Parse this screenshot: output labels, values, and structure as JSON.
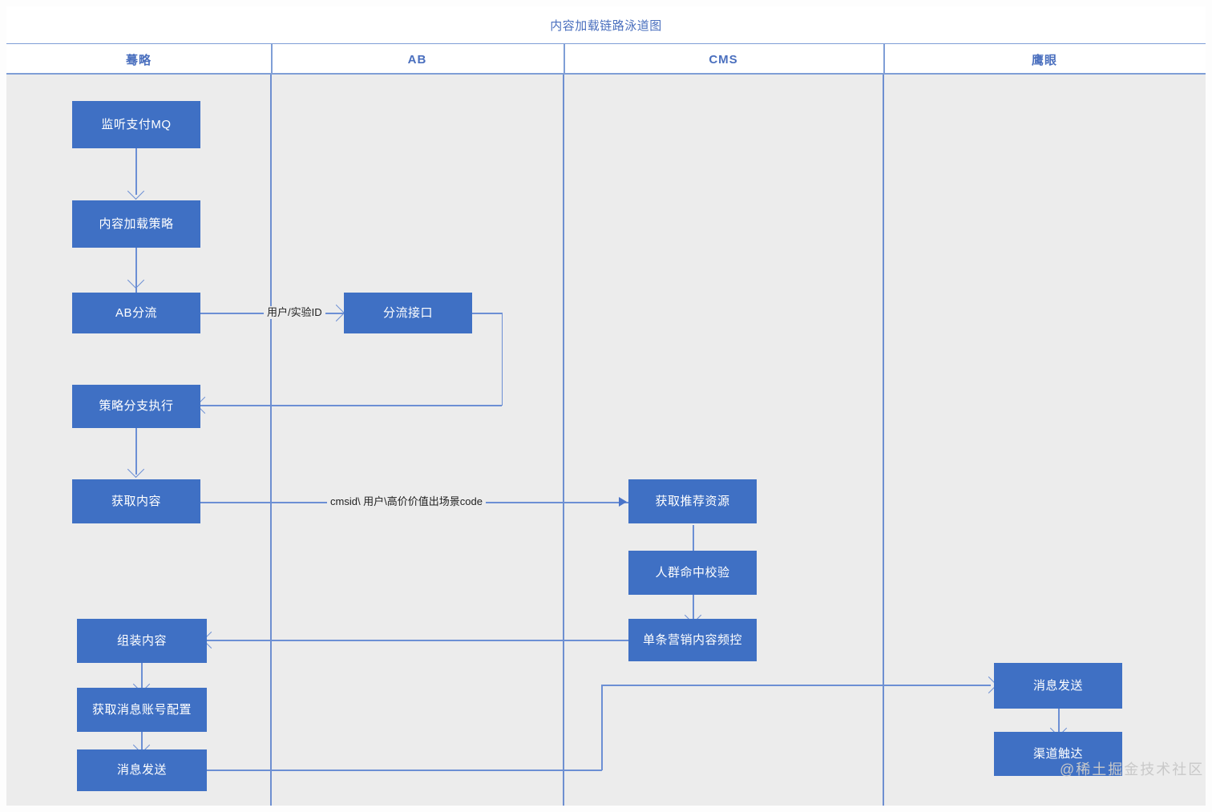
{
  "diagram": {
    "title": "内容加载链路泳道图",
    "watermark": "@稀土掘金技术社区",
    "colors": {
      "node_fill": "#3f70c4",
      "node_text": "#ffffff",
      "lane_border": "#7f9ed6",
      "lane_background": "#ececec",
      "edge": "#6c8fd4",
      "title_text": "#4a6fbe"
    }
  },
  "lanes": [
    {
      "id": "lane-momou",
      "label": "蓦略"
    },
    {
      "id": "lane-ab",
      "label": "AB"
    },
    {
      "id": "lane-cms",
      "label": "CMS"
    },
    {
      "id": "lane-yingyan",
      "label": "鹰眼"
    }
  ],
  "nodes": [
    {
      "id": "n1",
      "lane": "蓦略",
      "label": "监听支付MQ"
    },
    {
      "id": "n2",
      "lane": "蓦略",
      "label": "内容加载策略"
    },
    {
      "id": "n3",
      "lane": "蓦略",
      "label": "AB分流"
    },
    {
      "id": "n4",
      "lane": "蓦略",
      "label": "策略分支执行"
    },
    {
      "id": "n5",
      "lane": "蓦略",
      "label": "获取内容"
    },
    {
      "id": "n6",
      "lane": "蓦略",
      "label": "组装内容"
    },
    {
      "id": "n7",
      "lane": "蓦略",
      "label": "获取消息账号配置"
    },
    {
      "id": "n8",
      "lane": "蓦略",
      "label": "消息发送"
    },
    {
      "id": "n9",
      "lane": "AB",
      "label": "分流接口"
    },
    {
      "id": "n10",
      "lane": "CMS",
      "label": "获取推荐资源"
    },
    {
      "id": "n11",
      "lane": "CMS",
      "label": "人群命中校验"
    },
    {
      "id": "n12",
      "lane": "CMS",
      "label": "单条营销内容频控"
    },
    {
      "id": "n13",
      "lane": "鹰眼",
      "label": "消息发送"
    },
    {
      "id": "n14",
      "lane": "鹰眼",
      "label": "渠道触达"
    }
  ],
  "edge_labels": [
    {
      "id": "e-ab",
      "text": "用户/实验ID"
    },
    {
      "id": "e-cms",
      "text": "cmsid\\ 用户\\高价价值出场景code"
    }
  ]
}
